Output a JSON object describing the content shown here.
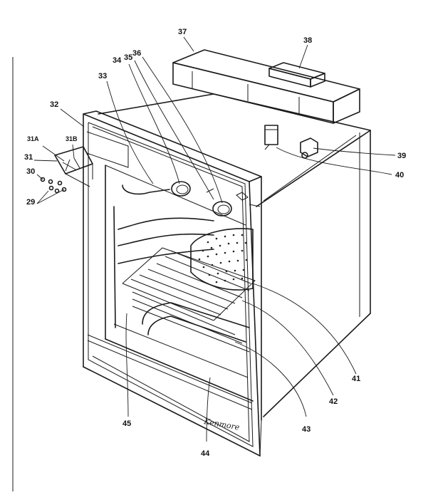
{
  "callouts": [
    {
      "id": "c37",
      "text": "37"
    },
    {
      "id": "c38",
      "text": "38"
    },
    {
      "id": "c32",
      "text": "32"
    },
    {
      "id": "c33",
      "text": "33"
    },
    {
      "id": "c34",
      "text": "34"
    },
    {
      "id": "c35",
      "text": "35"
    },
    {
      "id": "c36",
      "text": "36"
    },
    {
      "id": "c31a",
      "text": "31A"
    },
    {
      "id": "c31b",
      "text": "31B"
    },
    {
      "id": "c31",
      "text": "31"
    },
    {
      "id": "c30",
      "text": "30"
    },
    {
      "id": "c29",
      "text": "29"
    },
    {
      "id": "c39",
      "text": "39"
    },
    {
      "id": "c40",
      "text": "40"
    },
    {
      "id": "c41",
      "text": "41"
    },
    {
      "id": "c42",
      "text": "42"
    },
    {
      "id": "c43",
      "text": "43"
    },
    {
      "id": "c44",
      "text": "44"
    },
    {
      "id": "c45",
      "text": "45"
    }
  ],
  "brand_script": "Kenmore"
}
